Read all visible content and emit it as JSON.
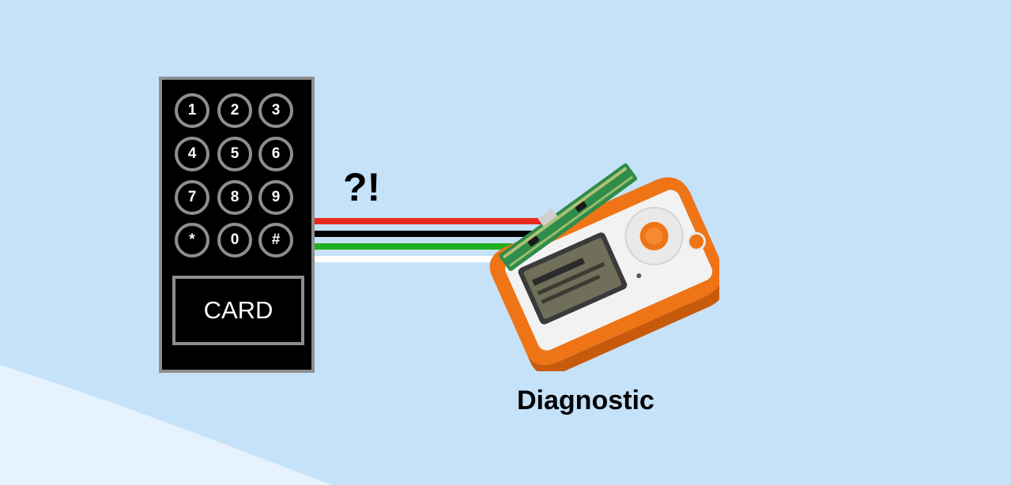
{
  "keypad": {
    "keys": [
      "1",
      "2",
      "3",
      "4",
      "5",
      "6",
      "7",
      "8",
      "9",
      "*",
      "0",
      "#"
    ],
    "card_label": "CARD"
  },
  "wires": {
    "colors": [
      "#e8291c",
      "#000000",
      "#21b021",
      "#ffffff"
    ]
  },
  "annotation": "?!",
  "device_label": "Diagnostic",
  "colors": {
    "background": "#c5e2f9",
    "device_body": "#ef7416",
    "pcb": "#2f8c49"
  },
  "icons": [
    "keypad-icon",
    "flipper-device-icon"
  ]
}
